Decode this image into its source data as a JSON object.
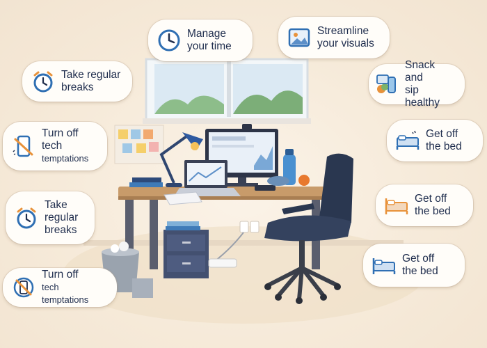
{
  "bubbles": {
    "manage_time": {
      "line1": "Manage",
      "line2": "your time"
    },
    "streamline": {
      "line1": "Streamline",
      "line2": "your visuals"
    },
    "breaks_top": {
      "line1": "Take regular",
      "line2": "breaks"
    },
    "snack": {
      "line1": "Snack and",
      "line2": "sip healthy"
    },
    "tech_top": {
      "line1": "Turn off",
      "line2": "tech",
      "line3": "temptations"
    },
    "bed_1": {
      "line1": "Get off",
      "line2": "the bed"
    },
    "breaks_bottom": {
      "line1": "Take",
      "line2": "regular",
      "line3": "breaks"
    },
    "bed_2": {
      "line1": "Get off",
      "line2": "the bed"
    },
    "tech_bottom": {
      "line1": "Turn off",
      "line2": "tech temptations"
    },
    "bed_3": {
      "line1": "Get off",
      "line2": "the bed"
    }
  },
  "icons": {
    "manage_time": "clock-icon",
    "streamline": "picture-icon",
    "breaks": "alarm-clock-icon",
    "snack": "snack-bottle-icon",
    "tech": "phone-off-icon",
    "bed": "bed-icon"
  },
  "colors": {
    "text": "#1f2d4d",
    "accent_blue": "#2f6fb3",
    "accent_orange": "#e8923a",
    "bubble": "#fffdf9"
  }
}
